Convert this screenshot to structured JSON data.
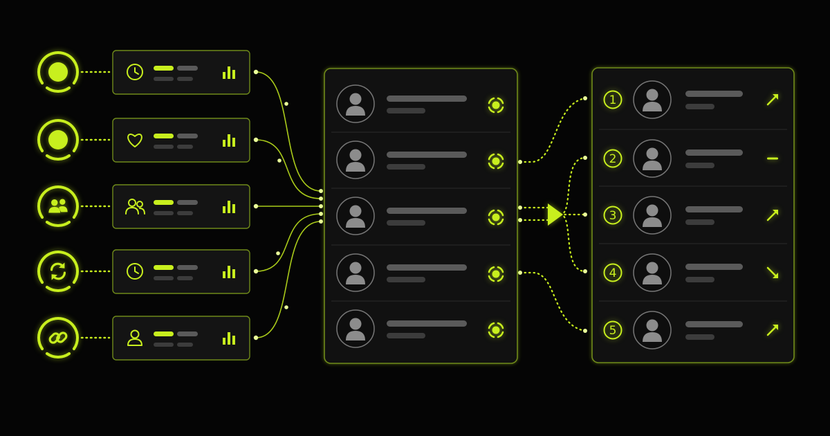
{
  "colors": {
    "background": "#050505",
    "accent": "#c8ef1e",
    "card_fill": "#141414",
    "card_border": "#6f8a1a",
    "placeholder_bar": "#5a5a5a",
    "placeholder_bar_dim": "#3c3c3c",
    "avatar": "#8c8c8c",
    "divider": "#262626"
  },
  "sources": [
    {
      "ring_icon": "dot-icon",
      "card_icon": "clock-icon"
    },
    {
      "ring_icon": "dot-icon",
      "card_icon": "heart-icon"
    },
    {
      "ring_icon": "users-icon",
      "card_icon": "users-outline-icon"
    },
    {
      "ring_icon": "refresh-icon",
      "card_icon": "clock-icon"
    },
    {
      "ring_icon": "link-icon",
      "card_icon": "user-outline-icon"
    }
  ],
  "middle_list": {
    "rows": [
      {
        "avatar_icon": "user-avatar-icon",
        "status_icon": "target-icon"
      },
      {
        "avatar_icon": "user-avatar-icon",
        "status_icon": "target-icon"
      },
      {
        "avatar_icon": "user-avatar-icon",
        "status_icon": "target-icon"
      },
      {
        "avatar_icon": "user-avatar-icon",
        "status_icon": "target-icon"
      },
      {
        "avatar_icon": "user-avatar-icon",
        "status_icon": "target-icon"
      }
    ]
  },
  "ranking": {
    "rows": [
      {
        "rank": "1",
        "trend_icon": "arrow-up-right-icon"
      },
      {
        "rank": "2",
        "trend_icon": "dash-icon"
      },
      {
        "rank": "3",
        "trend_icon": "arrow-up-right-icon"
      },
      {
        "rank": "4",
        "trend_icon": "arrow-down-right-icon"
      },
      {
        "rank": "5",
        "trend_icon": "arrow-up-right-icon"
      }
    ]
  }
}
